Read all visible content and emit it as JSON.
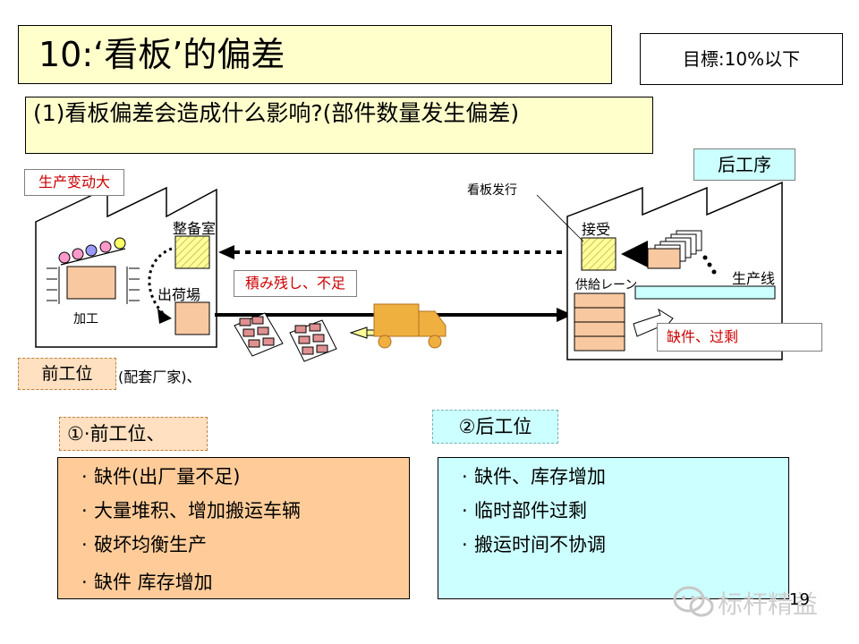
{
  "title": "10:‘看板’的偏差",
  "target": "目標:10%以下",
  "question": "(1)看板偏差会造成什么影响?(部件数量发生偏差)",
  "diagram": {
    "production_fluctuation": "生产变动大",
    "prep_room": "整备室",
    "shipping_area": "出荷場",
    "processing": "加工",
    "stock_shortage": "積み残し、不足",
    "kanban_issue": "看板发行",
    "post_process": "后工序",
    "receive": "接受",
    "supply_lane": "供給レーン",
    "production_line": "生产线",
    "shortage_surplus": "缺件、过剩",
    "pre_process": "前工位",
    "supplier_note": "(配套厂家)、"
  },
  "section1": {
    "heading": "①·前工位、",
    "items": [
      "缺件(出厂量不足)",
      "大量堆积、增加搬运车辆",
      "破坏均衡生产",
      "缺件 库存增加"
    ]
  },
  "section2": {
    "heading": "②后工位",
    "items": [
      "缺件、库存增加",
      "临时部件过剩",
      "搬运时间不协调"
    ]
  },
  "page_number": "19",
  "watermark": "标杆精益",
  "colors": {
    "title_bg": "#ffffcc",
    "section1_bg": "#ffcc99",
    "section2_bg": "#ccffff",
    "tag_red": "#cc0000",
    "truck": "#f0b040",
    "box_orange": "#f8c8a0"
  },
  "icons": [
    "factory-icon",
    "truck-icon",
    "pallet-icon",
    "kanban-stack-icon",
    "arrow-icon",
    "wechat-icon"
  ]
}
